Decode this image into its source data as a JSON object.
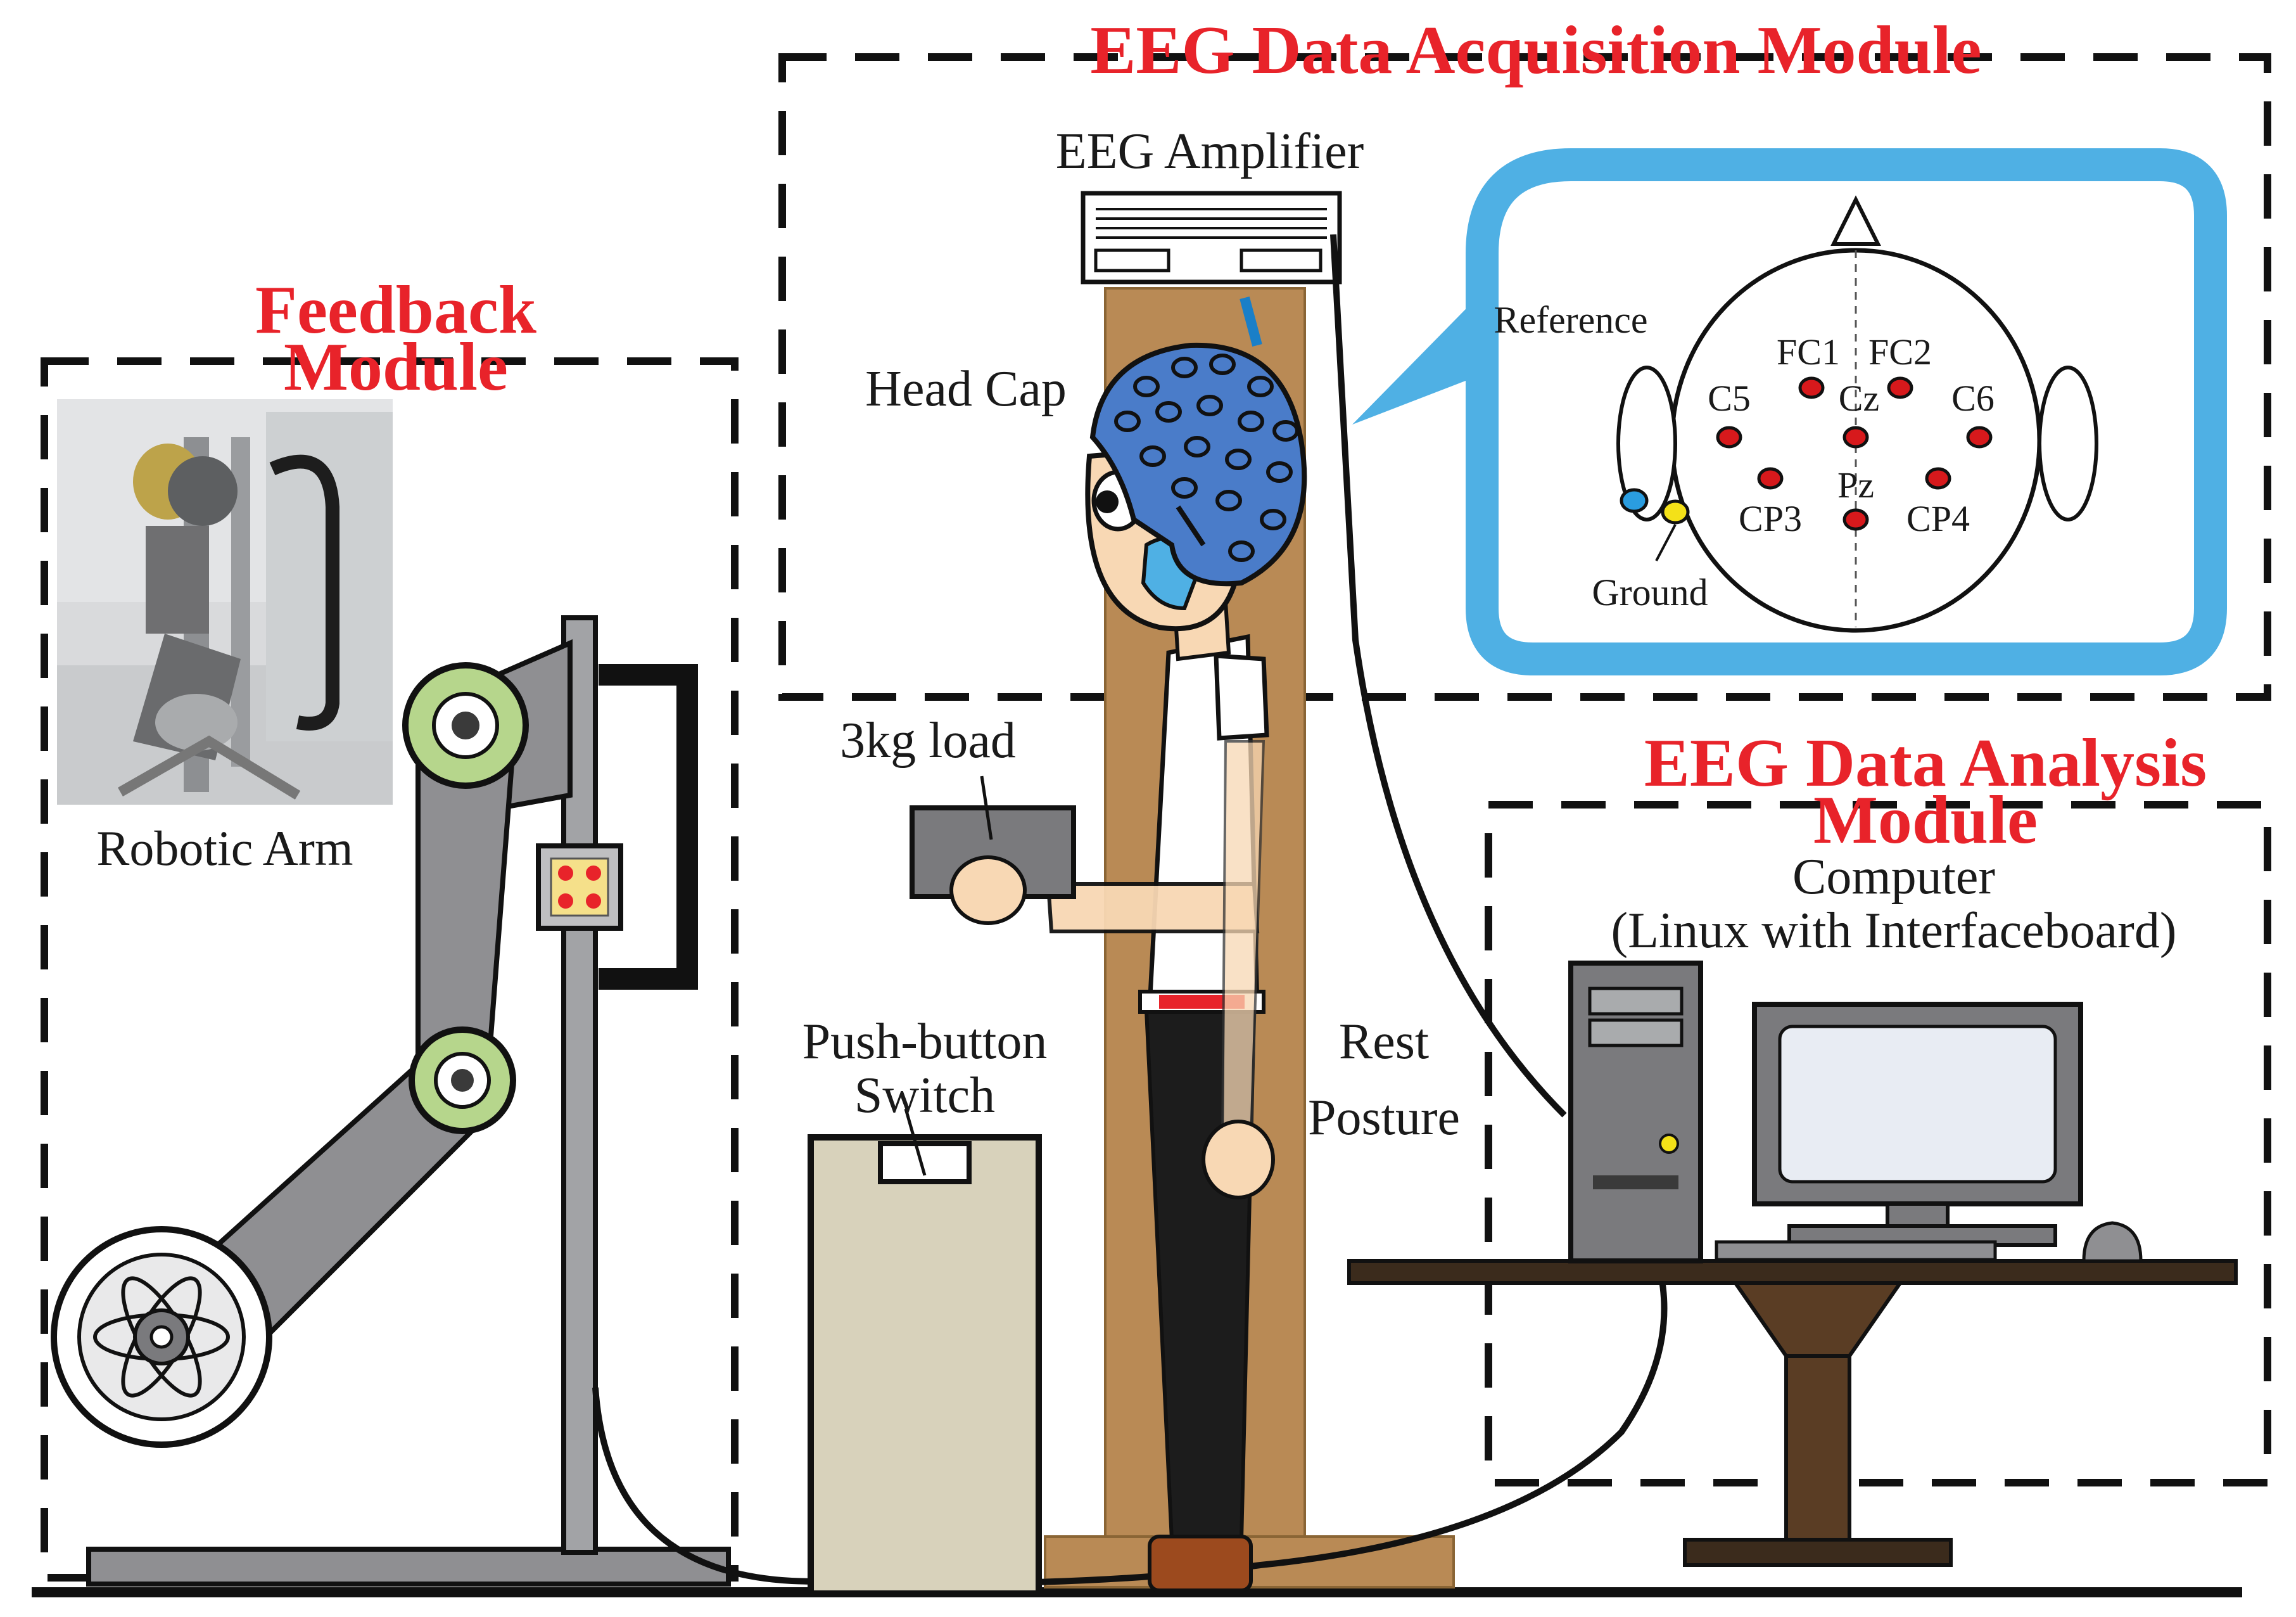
{
  "modules": {
    "acquisition_title": "EEG Data Acquisition Module",
    "feedback_title_line1": "Feedback",
    "feedback_title_line2": "Module",
    "analysis_title_line1": "EEG Data Analysis",
    "analysis_title_line2": "Module"
  },
  "labels": {
    "eeg_amplifier": "EEG Amplifier",
    "head_cap": "Head Cap",
    "reference": "Reference",
    "ground": "Ground",
    "robotic_arm": "Robotic Arm",
    "load": "3kg load",
    "push_button_line1": "Push-button",
    "push_button_line2": "Switch",
    "rest_line1": "Rest",
    "rest_line2": "Posture",
    "computer_line1": "Computer",
    "computer_line2": "(Linux with Interfaceboard)"
  },
  "electrodes": {
    "fc1": "FC1",
    "fc2": "FC2",
    "c5": "C5",
    "cz": "Cz",
    "c6": "C6",
    "pz": "Pz",
    "cp3": "CP3",
    "cp4": "CP4"
  },
  "colors": {
    "module_title": "#e8232a",
    "callout": "#4fb0e4",
    "electrode": "#d7191c",
    "cap": "#4a7cc9",
    "board": "#b98a55"
  }
}
